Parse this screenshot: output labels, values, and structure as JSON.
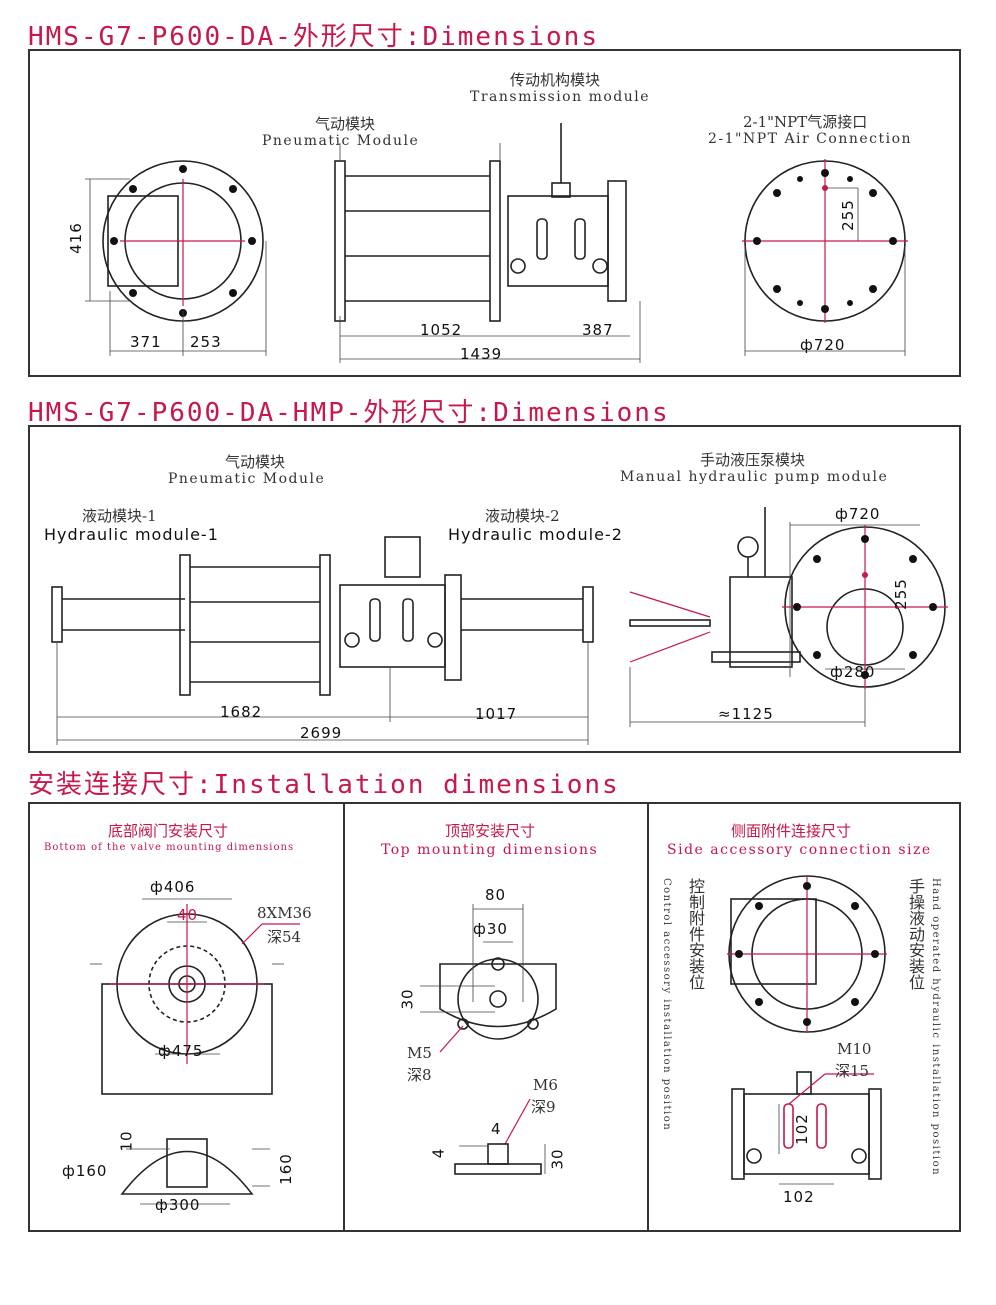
{
  "sections": {
    "s1_title": "HMS-G7-P600-DA-外形尺寸:Dimensions",
    "s2_title": "HMS-G7-P600-DA-HMP-外形尺寸:Dimensions",
    "s3_title": "安装连接尺寸:Installation dimensions"
  },
  "panel1": {
    "transmission_cn": "传动机构模块",
    "transmission_en": "Transmission module",
    "pneumatic_cn": "气动模块",
    "pneumatic_en": "Pneumatic Module",
    "air_cn": "2-1\"NPT气源接口",
    "air_en": "2-1\"NPT Air Connection",
    "d416": "416",
    "d371": "371",
    "d253": "253",
    "d1052": "1052",
    "d387": "387",
    "d1439": "1439",
    "d255": "255",
    "d720": "ф720"
  },
  "panel2": {
    "pneumatic_cn": "气动模块",
    "pneumatic_en": "Pneumatic Module",
    "hyd1_cn": "液动模块-1",
    "hyd1_en": "Hydraulic module-1",
    "hyd2_cn": "液动模块-2",
    "hyd2_en": "Hydraulic module-2",
    "pump_cn": "手动液压泵模块",
    "pump_en": "Manual hydraulic pump module",
    "d720": "ф720",
    "d255": "255",
    "d280": "ф280",
    "d1682": "1682",
    "d1017": "1017",
    "d2699": "2699",
    "d1125": "≈1125"
  },
  "panel3": {
    "bottom_cn": "底部阀门安装尺寸",
    "bottom_en": "Bottom of the valve mounting dimensions",
    "d406": "ф406",
    "d40": "40",
    "bolt": "8XM36",
    "depth54": "深54",
    "d475": "ф475",
    "d10": "10",
    "d160": "ф160",
    "d160v": "160",
    "d300": "ф300"
  },
  "panel4": {
    "top_cn": "顶部安装尺寸",
    "top_en": "Top mounting dimensions",
    "d80": "80",
    "d30c": "ф30",
    "d30v": "30",
    "m5": "M5",
    "depth8": "深8",
    "m6": "M6",
    "depth9": "深9",
    "d4a": "4",
    "d4b": "4",
    "d30b": "30"
  },
  "panel5": {
    "side_cn": "侧面附件连接尺寸",
    "side_en": "Side accessory connection size",
    "ctrl_cn": "控制附件安装位",
    "ctrl_en": "Control accessory installation position",
    "hand_cn": "手操液动安装位",
    "hand_en": "Hand operated hydraulic installation position",
    "m10": "M10",
    "depth15": "深15",
    "d102v": "102",
    "d102h": "102"
  },
  "colors": {
    "accent": "#c8174a",
    "line": "#222222"
  }
}
